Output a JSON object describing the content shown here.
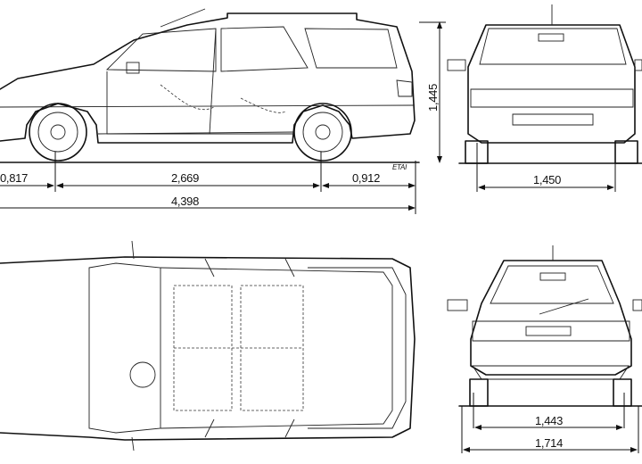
{
  "dimensions": {
    "front_overhang": "0,817",
    "wheelbase": "2,669",
    "rear_overhang": "0,912",
    "overall_length": "4,398",
    "height": "1,445",
    "front_track": "1,450",
    "rear_track": "1,443",
    "overall_width": "1,714"
  },
  "credit": "ETAI"
}
